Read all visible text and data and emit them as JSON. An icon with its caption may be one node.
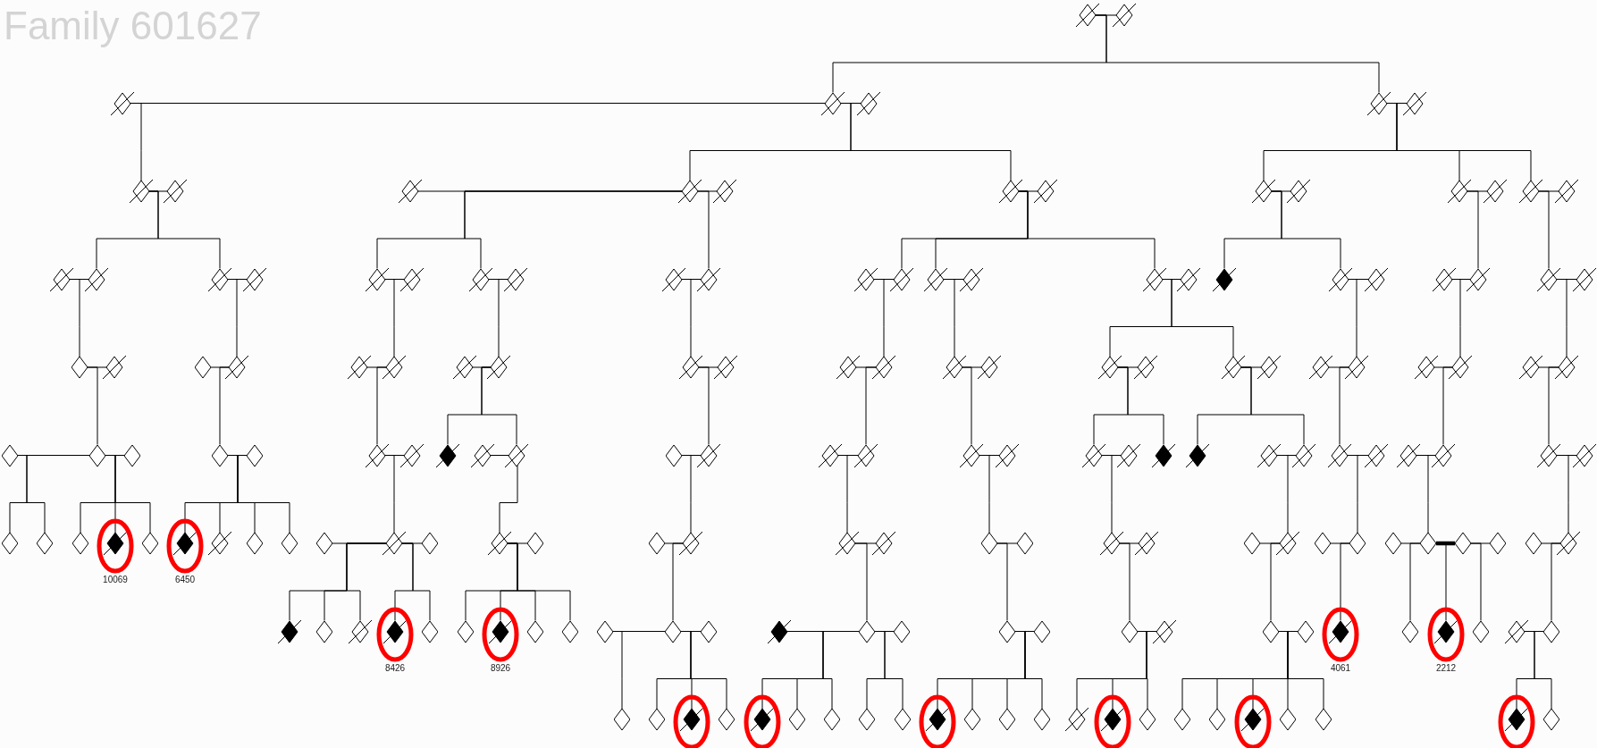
{
  "diagram": {
    "title": "Family 601627",
    "nodes": [
      {
        "text": [],
        "shape": "diamond"
      },
      {
        "text": [],
        "shape": "diamond"
      },
      {
        "text": [],
        "shape": "diamond"
      },
      {
        "text": [],
        "shape": "diamond"
      },
      {
        "text": [],
        "shape": "diamond"
      },
      {
        "text": [],
        "shape": "diamond"
      },
      {
        "text": [],
        "shape": "diamond"
      },
      {
        "text": [],
        "shape": "diamond"
      },
      {
        "text": [],
        "shape": "diamond"
      },
      {
        "text": [],
        "shape": "diamond"
      },
      {
        "text": [],
        "shape": "diamond"
      },
      {
        "text": [],
        "shape": "diamond"
      },
      {
        "text": [],
        "shape": "diamond"
      },
      {
        "text": [],
        "shape": "diamond"
      },
      {
        "text": [],
        "shape": "diamond"
      },
      {
        "text": [],
        "shape": "diamond"
      },
      {
        "text": [],
        "shape": "diamond"
      },
      {
        "text": [],
        "shape": "diamond"
      },
      {
        "text": [],
        "shape": "diamond"
      },
      {
        "text": [],
        "shape": "diamond"
      },
      {
        "text": [],
        "shape": "diamond"
      },
      {
        "text": [],
        "shape": "diamond"
      },
      {
        "text": [],
        "shape": "diamond"
      },
      {
        "text": [],
        "shape": "diamond"
      },
      {
        "text": [],
        "shape": "diamond"
      },
      {
        "text": [],
        "shape": "diamond"
      },
      {
        "text": [],
        "shape": "diamond"
      },
      {
        "text": [],
        "shape": "diamond"
      },
      {
        "text": [],
        "shape": "diamond"
      },
      {
        "text": [],
        "shape": "diamond"
      },
      {
        "text": [],
        "shape": "diamond"
      },
      {
        "text": [],
        "shape": "diamond"
      },
      {
        "text": [],
        "shape": "diamond"
      },
      {
        "text": [],
        "shape": "diamond"
      },
      {
        "text": [],
        "shape": "diamond"
      },
      {
        "text": [],
        "shape": "diamond"
      },
      {
        "text": [],
        "shape": "diamond"
      },
      {
        "text": [],
        "shape": "diamond"
      },
      {
        "text": [],
        "shape": "diamond"
      },
      {
        "text": [],
        "shape": "diamond"
      },
      {
        "text": [],
        "shape": "diamond"
      },
      {
        "text": [],
        "shape": "diamond"
      },
      {
        "text": [],
        "shape": "diamond"
      },
      {
        "text": [],
        "shape": "diamond"
      },
      {
        "text": [],
        "shape": "diamond"
      },
      {
        "text": [],
        "shape": "diamond"
      },
      {
        "text": [],
        "shape": "diamond"
      },
      {
        "text": [],
        "shape": "diamond"
      },
      {
        "text": [],
        "shape": "diamond"
      },
      {
        "text": [],
        "shape": "diamond"
      },
      {
        "text": [],
        "shape": "diamond"
      },
      {
        "text": [],
        "shape": "diamond"
      },
      {
        "text": [],
        "shape": "diamond"
      },
      {
        "text": [],
        "shape": "diamond"
      },
      {
        "text": [],
        "shape": "diamond"
      },
      {
        "text": [],
        "shape": "diamond"
      },
      {
        "text": [],
        "shape": "diamond"
      },
      {
        "text": [],
        "shape": "diamond"
      },
      {
        "text": [],
        "shape": "diamond"
      },
      {
        "text": [],
        "shape": "diamond"
      },
      {
        "text": [],
        "shape": "diamond"
      },
      {
        "text": [],
        "shape": "diamond"
      },
      {
        "text": [],
        "shape": "diamond"
      },
      {
        "text": [],
        "shape": "diamond"
      },
      {
        "text": [],
        "shape": "diamond"
      },
      {
        "text": [],
        "shape": "diamond"
      },
      {
        "text": [],
        "shape": "diamond"
      },
      {
        "text": [],
        "shape": "diamond"
      },
      {
        "text": [],
        "shape": "diamond"
      },
      {
        "text": [],
        "shape": "diamond"
      },
      {
        "text": [],
        "shape": "diamond"
      },
      {
        "text": [],
        "shape": "diamond"
      },
      {
        "text": [],
        "shape": "diamond"
      },
      {
        "text": [],
        "shape": "diamond"
      },
      {
        "text": [],
        "shape": "diamond"
      },
      {
        "text": [],
        "shape": "diamond"
      },
      {
        "text": [],
        "shape": "diamond"
      },
      {
        "text": [],
        "shape": "diamond"
      },
      {
        "text": [],
        "shape": "diamond"
      },
      {
        "text": [],
        "shape": "diamond"
      },
      {
        "text": [],
        "shape": "diamond"
      },
      {
        "text": [],
        "shape": "diamond"
      },
      {
        "text": [],
        "shape": "diamond"
      },
      {
        "text": [],
        "shape": "diamond"
      },
      {
        "text": [],
        "shape": "diamond"
      },
      {
        "text": [],
        "shape": "diamond"
      },
      {
        "text": [],
        "shape": "diamond"
      },
      {
        "text": [],
        "shape": "diamond"
      },
      {
        "text": [],
        "shape": "diamond"
      },
      {
        "text": [],
        "shape": "diamond"
      },
      {
        "text": [],
        "shape": "diamond"
      },
      {
        "text": [],
        "shape": "diamond"
      },
      {
        "text": [],
        "shape": "diamond"
      },
      {
        "text": [],
        "shape": "diamond"
      },
      {
        "text": [],
        "shape": "diamond"
      },
      {
        "text": [],
        "shape": "diamond"
      },
      {
        "text": [],
        "shape": "diamond"
      },
      {
        "text": [],
        "shape": "diamond"
      },
      {
        "text": [],
        "shape": "diamond",
        "beside": [
          "10069"
        ]
      },
      {
        "text": [],
        "shape": "diamond"
      },
      {
        "text": [],
        "shape": "diamond",
        "beside": [
          "6450"
        ]
      },
      {
        "text": [],
        "shape": "diamond"
      },
      {
        "text": [],
        "shape": "diamond"
      },
      {
        "text": [],
        "shape": "diamond"
      },
      {
        "text": [],
        "shape": "diamond"
      },
      {
        "text": [],
        "shape": "diamond"
      },
      {
        "text": [],
        "shape": "diamond"
      },
      {
        "text": [],
        "shape": "diamond"
      },
      {
        "text": [],
        "shape": "diamond"
      },
      {
        "text": [],
        "shape": "diamond"
      },
      {
        "text": [],
        "shape": "diamond"
      },
      {
        "text": [],
        "shape": "diamond"
      },
      {
        "text": [],
        "shape": "diamond"
      },
      {
        "text": [],
        "shape": "diamond"
      },
      {
        "text": [],
        "shape": "diamond"
      },
      {
        "text": [],
        "shape": "diamond"
      },
      {
        "text": [],
        "shape": "diamond"
      },
      {
        "text": [],
        "shape": "diamond"
      },
      {
        "text": [],
        "shape": "diamond"
      },
      {
        "text": [],
        "shape": "diamond"
      },
      {
        "text": [],
        "shape": "diamond"
      },
      {
        "text": [],
        "shape": "diamond"
      },
      {
        "text": [],
        "shape": "diamond"
      },
      {
        "text": [],
        "shape": "diamond"
      },
      {
        "text": [],
        "shape": "diamond"
      },
      {
        "text": [],
        "shape": "diamond"
      },
      {
        "text": [],
        "shape": "diamond"
      },
      {
        "text": [],
        "shape": "diamond"
      },
      {
        "text": [],
        "shape": "diamond"
      },
      {
        "text": [],
        "shape": "diamond"
      },
      {
        "text": [],
        "shape": "diamond",
        "beside": [
          "8426"
        ]
      },
      {
        "text": [],
        "shape": "diamond"
      },
      {
        "text": [],
        "shape": "diamond"
      },
      {
        "text": [],
        "shape": "diamond",
        "beside": [
          "8926"
        ]
      },
      {
        "text": [],
        "shape": "diamond"
      },
      {
        "text": [],
        "shape": "diamond"
      },
      {
        "text": [],
        "shape": "diamond"
      },
      {
        "text": [],
        "shape": "diamond"
      },
      {
        "text": [],
        "shape": "diamond"
      },
      {
        "text": [],
        "shape": "diamond"
      },
      {
        "text": [],
        "shape": "diamond"
      },
      {
        "text": [],
        "shape": "diamond"
      },
      {
        "text": [],
        "shape": "diamond"
      },
      {
        "text": [],
        "shape": "diamond"
      },
      {
        "text": [],
        "shape": "diamond"
      },
      {
        "text": [],
        "shape": "diamond"
      },
      {
        "text": [],
        "shape": "diamond"
      },
      {
        "text": [],
        "shape": "diamond"
      },
      {
        "text": [],
        "shape": "diamond",
        "beside": [
          "4061"
        ]
      },
      {
        "text": [],
        "shape": "diamond"
      },
      {
        "text": [],
        "shape": "diamond",
        "beside": [
          "2212"
        ]
      },
      {
        "text": [],
        "shape": "diamond"
      },
      {
        "text": [],
        "shape": "diamond"
      },
      {
        "text": [],
        "shape": "diamond"
      },
      {
        "text": [],
        "shape": "diamond"
      },
      {
        "text": [],
        "shape": "diamond"
      },
      {
        "text": [],
        "shape": "diamond"
      },
      {
        "text": [],
        "shape": "diamond"
      },
      {
        "text": [],
        "shape": "diamond"
      },
      {
        "text": [],
        "shape": "diamond"
      },
      {
        "text": [],
        "shape": "diamond"
      },
      {
        "text": [],
        "shape": "diamond"
      },
      {
        "text": [],
        "shape": "diamond"
      },
      {
        "text": [],
        "shape": "diamond"
      },
      {
        "text": [],
        "shape": "diamond"
      },
      {
        "text": [],
        "shape": "diamond"
      },
      {
        "text": [],
        "shape": "diamond"
      },
      {
        "text": [],
        "shape": "diamond"
      },
      {
        "text": [],
        "shape": "diamond"
      },
      {
        "text": [],
        "shape": "diamond"
      },
      {
        "text": [],
        "shape": "diamond"
      },
      {
        "text": [],
        "shape": "diamond"
      },
      {
        "text": [],
        "shape": "diamond"
      },
      {
        "text": [],
        "shape": "diamond"
      },
      {
        "text": [],
        "shape": "diamond"
      },
      {
        "text": [],
        "shape": "diamond"
      },
      {
        "text": [],
        "shape": "diamond"
      }
    ],
    "edges": [
      {
        "from": 0,
        "to": 1,
        "arrow": "none"
      },
      {
        "from": 0,
        "to": 3,
        "arrow": "none"
      },
      {
        "from": 0,
        "to": 5,
        "arrow": "none"
      },
      {
        "from": 2,
        "to": 3,
        "arrow": "none"
      },
      {
        "from": 3,
        "to": 4,
        "arrow": "none"
      },
      {
        "from": 5,
        "to": 6,
        "arrow": "none"
      },
      {
        "from": 3,
        "to": 7,
        "arrow": "none"
      },
      {
        "from": 3,
        "to": 10,
        "arrow": "none"
      },
      {
        "from": 3,
        "to": 12,
        "arrow": "none"
      },
      {
        "from": 5,
        "to": 14,
        "arrow": "none"
      },
      {
        "from": 5,
        "to": 16,
        "arrow": "none"
      },
      {
        "from": 5,
        "to": 18,
        "arrow": "none"
      },
      {
        "from": 7,
        "to": 8,
        "arrow": "none"
      },
      {
        "from": 9,
        "to": 10,
        "arrow": "none"
      },
      {
        "from": 10,
        "to": 11,
        "arrow": "none"
      },
      {
        "from": 12,
        "to": 13,
        "arrow": "none"
      },
      {
        "from": 14,
        "to": 15,
        "arrow": "none"
      },
      {
        "from": 16,
        "to": 17,
        "arrow": "none"
      },
      {
        "from": 18,
        "to": 19,
        "arrow": "none"
      },
      {
        "from": 7,
        "to": 21,
        "arrow": "none"
      },
      {
        "from": 7,
        "to": 22,
        "arrow": "none"
      },
      {
        "from": 10,
        "to": 24,
        "arrow": "none"
      },
      {
        "from": 10,
        "to": 26,
        "arrow": "none"
      },
      {
        "from": 10,
        "to": 29,
        "arrow": "none"
      },
      {
        "from": 12,
        "to": 31,
        "arrow": "none"
      },
      {
        "from": 12,
        "to": 32,
        "arrow": "none"
      },
      {
        "from": 12,
        "to": 34,
        "arrow": "none"
      },
      {
        "from": 14,
        "to": 36,
        "arrow": "none"
      },
      {
        "from": 14,
        "to": 37,
        "arrow": "none"
      },
      {
        "from": 16,
        "to": 40,
        "arrow": "none"
      },
      {
        "from": 18,
        "to": 41,
        "arrow": "none"
      },
      {
        "from": 20,
        "to": 21,
        "arrow": "none"
      },
      {
        "from": 22,
        "to": 23,
        "arrow": "none"
      },
      {
        "from": 24,
        "to": 25,
        "arrow": "none"
      },
      {
        "from": 26,
        "to": 27,
        "arrow": "none"
      },
      {
        "from": 28,
        "to": 29,
        "arrow": "none"
      },
      {
        "from": 30,
        "to": 31,
        "arrow": "none"
      },
      {
        "from": 32,
        "to": 33,
        "arrow": "none"
      },
      {
        "from": 34,
        "to": 35,
        "arrow": "none"
      },
      {
        "from": 37,
        "to": 38,
        "arrow": "none"
      },
      {
        "from": 39,
        "to": 40,
        "arrow": "none"
      },
      {
        "from": 41,
        "to": 42,
        "arrow": "none"
      },
      {
        "from": 21,
        "to": 43,
        "arrow": "none"
      },
      {
        "from": 22,
        "to": 46,
        "arrow": "none"
      },
      {
        "from": 24,
        "to": 48,
        "arrow": "none"
      },
      {
        "from": 26,
        "to": 50,
        "arrow": "none"
      },
      {
        "from": 29,
        "to": 51,
        "arrow": "none"
      },
      {
        "from": 31,
        "to": 54,
        "arrow": "none"
      },
      {
        "from": 32,
        "to": 55,
        "arrow": "none"
      },
      {
        "from": 34,
        "to": 57,
        "arrow": "none"
      },
      {
        "from": 34,
        "to": 59,
        "arrow": "none"
      },
      {
        "from": 37,
        "to": 62,
        "arrow": "none"
      },
      {
        "from": 40,
        "to": 64,
        "arrow": "none"
      },
      {
        "from": 41,
        "to": 66,
        "arrow": "none"
      },
      {
        "from": 43,
        "to": 44,
        "arrow": "none"
      },
      {
        "from": 45,
        "to": 46,
        "arrow": "none"
      },
      {
        "from": 47,
        "to": 48,
        "arrow": "none"
      },
      {
        "from": 49,
        "to": 50,
        "arrow": "none"
      },
      {
        "from": 51,
        "to": 52,
        "arrow": "none"
      },
      {
        "from": 53,
        "to": 54,
        "arrow": "none"
      },
      {
        "from": 55,
        "to": 56,
        "arrow": "none"
      },
      {
        "from": 57,
        "to": 58,
        "arrow": "none"
      },
      {
        "from": 59,
        "to": 60,
        "arrow": "none"
      },
      {
        "from": 61,
        "to": 62,
        "arrow": "none"
      },
      {
        "from": 63,
        "to": 64,
        "arrow": "none"
      },
      {
        "from": 65,
        "to": 66,
        "arrow": "none"
      },
      {
        "from": 43,
        "to": 68,
        "arrow": "none"
      },
      {
        "from": 46,
        "to": 70,
        "arrow": "none"
      },
      {
        "from": 48,
        "to": 72,
        "arrow": "none"
      },
      {
        "from": 50,
        "to": 74,
        "arrow": "none"
      },
      {
        "from": 50,
        "to": 76,
        "arrow": "none"
      },
      {
        "from": 51,
        "to": 78,
        "arrow": "none"
      },
      {
        "from": 54,
        "to": 80,
        "arrow": "none"
      },
      {
        "from": 55,
        "to": 81,
        "arrow": "none"
      },
      {
        "from": 57,
        "to": 83,
        "arrow": "none"
      },
      {
        "from": 57,
        "to": 85,
        "arrow": "none"
      },
      {
        "from": 59,
        "to": 86,
        "arrow": "none"
      },
      {
        "from": 59,
        "to": 88,
        "arrow": "none"
      },
      {
        "from": 62,
        "to": 89,
        "arrow": "none"
      },
      {
        "from": 64,
        "to": 92,
        "arrow": "none"
      },
      {
        "from": 66,
        "to": 93,
        "arrow": "none"
      },
      {
        "from": 67,
        "to": 68,
        "arrow": "none"
      },
      {
        "from": 68,
        "to": 69,
        "arrow": "none"
      },
      {
        "from": 70,
        "to": 71,
        "arrow": "none"
      },
      {
        "from": 72,
        "to": 73,
        "arrow": "none"
      },
      {
        "from": 75,
        "to": 76,
        "arrow": "none"
      },
      {
        "from": 77,
        "to": 78,
        "arrow": "none"
      },
      {
        "from": 79,
        "to": 80,
        "arrow": "none"
      },
      {
        "from": 81,
        "to": 82,
        "arrow": "none"
      },
      {
        "from": 83,
        "to": 84,
        "arrow": "none"
      },
      {
        "from": 87,
        "to": 88,
        "arrow": "none"
      },
      {
        "from": 89,
        "to": 90,
        "arrow": "none"
      },
      {
        "from": 91,
        "to": 92,
        "arrow": "none"
      },
      {
        "from": 93,
        "to": 94,
        "arrow": "none"
      },
      {
        "from": 68,
        "to": 95,
        "arrow": "none"
      },
      {
        "from": 68,
        "to": 96,
        "arrow": "none"
      },
      {
        "from": 68,
        "to": 97,
        "arrow": "none"
      },
      {
        "from": 68,
        "to": 98,
        "arrow": "none"
      },
      {
        "from": 68,
        "to": 99,
        "arrow": "none"
      },
      {
        "from": 70,
        "to": 100,
        "arrow": "none"
      },
      {
        "from": 70,
        "to": 101,
        "arrow": "none"
      },
      {
        "from": 70,
        "to": 102,
        "arrow": "none"
      },
      {
        "from": 70,
        "to": 103,
        "arrow": "none"
      },
      {
        "from": 72,
        "to": 105,
        "arrow": "none"
      },
      {
        "from": 76,
        "to": 107,
        "arrow": "none"
      },
      {
        "from": 78,
        "to": 110,
        "arrow": "none"
      },
      {
        "from": 80,
        "to": 111,
        "arrow": "none"
      },
      {
        "from": 81,
        "to": 113,
        "arrow": "none"
      },
      {
        "from": 83,
        "to": 115,
        "arrow": "none"
      },
      {
        "from": 88,
        "to": 118,
        "arrow": "none"
      },
      {
        "from": 89,
        "to": 120,
        "arrow": "none"
      },
      {
        "from": 92,
        "to": 122,
        "arrow": "none"
      },
      {
        "from": 93,
        "to": 126,
        "arrow": "none"
      },
      {
        "from": 104,
        "to": 105,
        "arrow": "none"
      },
      {
        "from": 105,
        "to": 106,
        "arrow": "none"
      },
      {
        "from": 107,
        "to": 108,
        "arrow": "none"
      },
      {
        "from": 109,
        "to": 110,
        "arrow": "none"
      },
      {
        "from": 111,
        "to": 112,
        "arrow": "none"
      },
      {
        "from": 113,
        "to": 114,
        "arrow": "none"
      },
      {
        "from": 115,
        "to": 116,
        "arrow": "none"
      },
      {
        "from": 117,
        "to": 118,
        "arrow": "none"
      },
      {
        "from": 119,
        "to": 120,
        "arrow": "none"
      },
      {
        "from": 121,
        "to": 122,
        "arrow": "none"
      },
      {
        "from": 122,
        "to": 123,
        "arrow": "none",
        "style": "thick"
      },
      {
        "from": 123,
        "to": 124,
        "arrow": "none"
      },
      {
        "from": 125,
        "to": 126,
        "arrow": "none"
      },
      {
        "from": 105,
        "to": 127,
        "arrow": "none"
      },
      {
        "from": 105,
        "to": 128,
        "arrow": "none"
      },
      {
        "from": 105,
        "to": 129,
        "arrow": "none"
      },
      {
        "from": 105,
        "to": 130,
        "arrow": "none"
      },
      {
        "from": 105,
        "to": 131,
        "arrow": "none"
      },
      {
        "from": 107,
        "to": 132,
        "arrow": "none"
      },
      {
        "from": 107,
        "to": 133,
        "arrow": "none"
      },
      {
        "from": 107,
        "to": 134,
        "arrow": "none"
      },
      {
        "from": 107,
        "to": 135,
        "arrow": "none"
      },
      {
        "from": 110,
        "to": 137,
        "arrow": "none"
      },
      {
        "from": 111,
        "to": 140,
        "arrow": "none"
      },
      {
        "from": 113,
        "to": 142,
        "arrow": "none"
      },
      {
        "from": 115,
        "to": 144,
        "arrow": "none"
      },
      {
        "from": 118,
        "to": 146,
        "arrow": "none"
      },
      {
        "from": 120,
        "to": 148,
        "arrow": "none"
      },
      {
        "from": 122,
        "to": 149,
        "arrow": "none"
      },
      {
        "from": 122,
        "to": 150,
        "arrow": "none"
      },
      {
        "from": 123,
        "to": 151,
        "arrow": "none"
      },
      {
        "from": 126,
        "to": 153,
        "arrow": "none"
      },
      {
        "from": 136,
        "to": 137,
        "arrow": "none"
      },
      {
        "from": 137,
        "to": 138,
        "arrow": "none"
      },
      {
        "from": 139,
        "to": 140,
        "arrow": "none"
      },
      {
        "from": 140,
        "to": 141,
        "arrow": "none"
      },
      {
        "from": 142,
        "to": 143,
        "arrow": "none"
      },
      {
        "from": 144,
        "to": 145,
        "arrow": "none"
      },
      {
        "from": 146,
        "to": 147,
        "arrow": "none"
      },
      {
        "from": 152,
        "to": 153,
        "arrow": "none"
      },
      {
        "from": 137,
        "to": 154,
        "arrow": "none"
      },
      {
        "from": 137,
        "to": 155,
        "arrow": "none"
      },
      {
        "from": 137,
        "to": 156,
        "arrow": "none"
      },
      {
        "from": 137,
        "to": 157,
        "arrow": "none"
      },
      {
        "from": 140,
        "to": 158,
        "arrow": "none"
      },
      {
        "from": 140,
        "to": 159,
        "arrow": "none"
      },
      {
        "from": 140,
        "to": 160,
        "arrow": "none"
      },
      {
        "from": 140,
        "to": 161,
        "arrow": "none"
      },
      {
        "from": 140,
        "to": 162,
        "arrow": "none"
      },
      {
        "from": 142,
        "to": 163,
        "arrow": "none"
      },
      {
        "from": 142,
        "to": 164,
        "arrow": "none"
      },
      {
        "from": 142,
        "to": 165,
        "arrow": "none"
      },
      {
        "from": 142,
        "to": 166,
        "arrow": "none"
      },
      {
        "from": 144,
        "to": 167,
        "arrow": "none"
      },
      {
        "from": 144,
        "to": 168,
        "arrow": "none"
      },
      {
        "from": 144,
        "to": 169,
        "arrow": "none"
      },
      {
        "from": 146,
        "to": 170,
        "arrow": "none"
      },
      {
        "from": 146,
        "to": 171,
        "arrow": "none"
      },
      {
        "from": 146,
        "to": 172,
        "arrow": "none"
      },
      {
        "from": 146,
        "to": 173,
        "arrow": "none"
      },
      {
        "from": 146,
        "to": 174,
        "arrow": "none"
      },
      {
        "from": 153,
        "to": 175,
        "arrow": "none"
      },
      {
        "from": 153,
        "to": 176,
        "arrow": "none"
      }
    ]
  }
}
